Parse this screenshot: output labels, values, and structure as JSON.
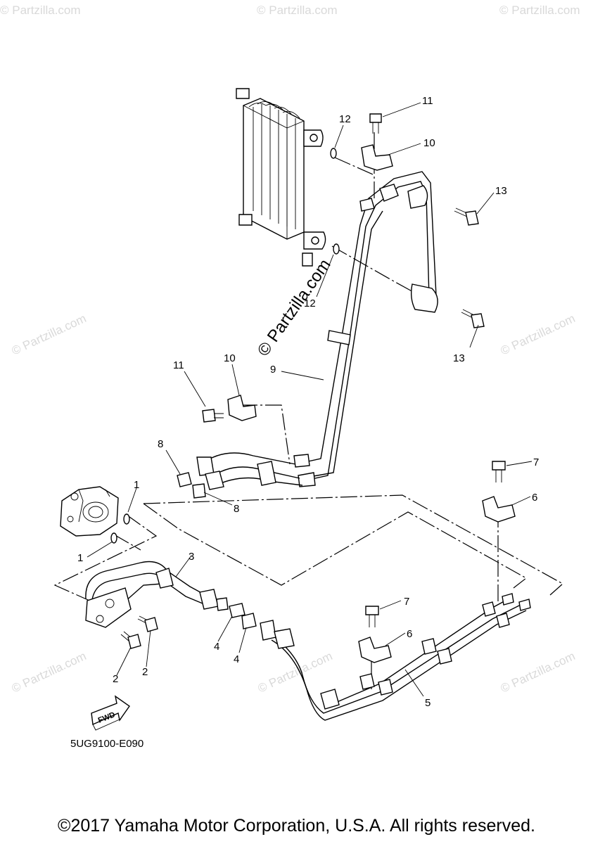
{
  "diagram": {
    "callouts": {
      "c1a": "1",
      "c1b": "1",
      "c2a": "2",
      "c2b": "2",
      "c3": "3",
      "c4a": "4",
      "c4b": "4",
      "c5": "5",
      "c6a": "6",
      "c6b": "6",
      "c7a": "7",
      "c7b": "7",
      "c8a": "8",
      "c8b": "8",
      "c9": "9",
      "c10a": "10",
      "c10b": "10",
      "c11a": "11",
      "c11b": "11",
      "c12a": "12",
      "c12b": "12",
      "c13a": "13",
      "c13b": "13"
    },
    "watermark_main": "© Partzilla.com",
    "watermark_faint": "© Partzilla.com",
    "fwd_label": "FWD",
    "diagram_code": "5UG9100-E090",
    "copyright": "©2017 Yamaha Motor Corporation, U.S.A. All rights reserved."
  }
}
